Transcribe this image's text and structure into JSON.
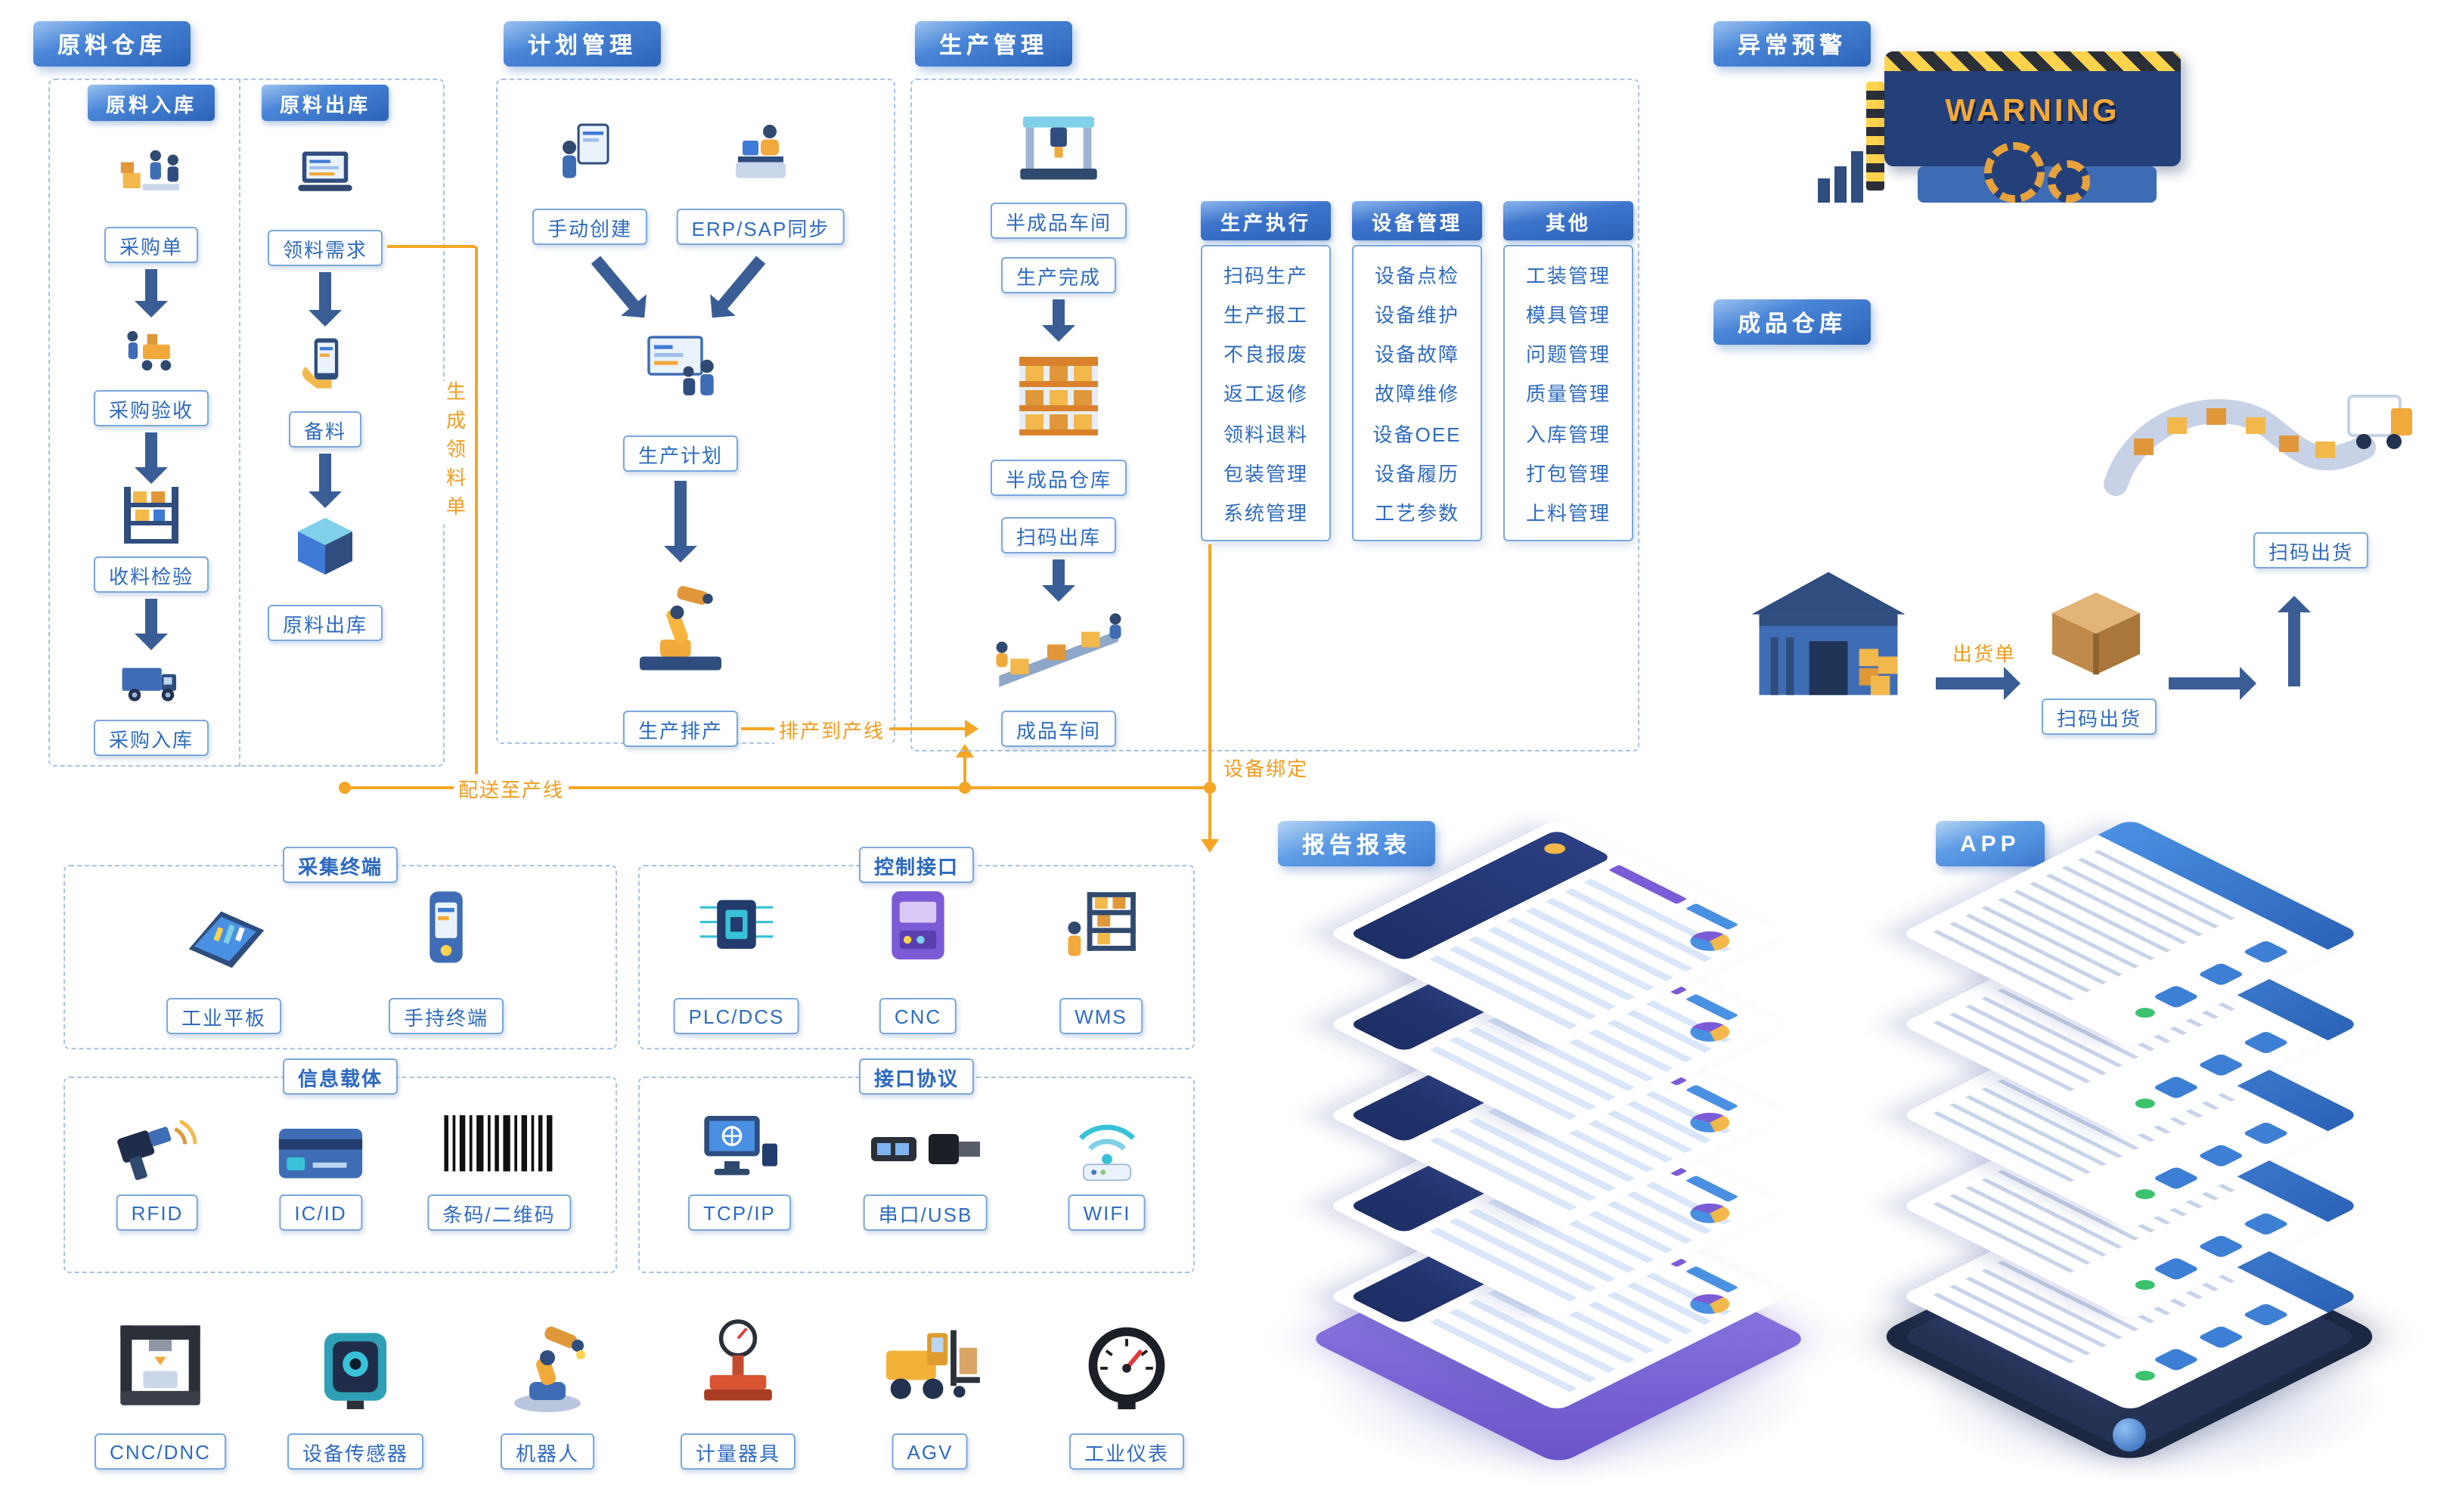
{
  "colors": {
    "accent_blue": "#2f6bbf",
    "badge_blue": "#2c63b8",
    "orange": "#f5a623",
    "arrow_navy": "#3a5d96",
    "purple_base": "#6a52c8"
  },
  "raw_warehouse": {
    "title": "原料仓库",
    "inbound": {
      "title": "原料入库",
      "steps": [
        "采购单",
        "采购验收",
        "收料检验",
        "采购入库"
      ]
    },
    "outbound": {
      "title": "原料出库",
      "steps": [
        "领料需求",
        "备料",
        "原料出库"
      ]
    }
  },
  "plan": {
    "title": "计划管理",
    "sources": [
      "手动创建",
      "ERP/SAP同步"
    ],
    "plan_step": "生产计划",
    "schedule_step": "生产排产"
  },
  "production": {
    "title": "生产管理",
    "flow": [
      "半成品车间",
      "生产完成",
      "半成品仓库",
      "扫码出库",
      "成品车间"
    ],
    "columns": [
      {
        "title": "生产执行",
        "items": [
          "扫码生产",
          "生产报工",
          "不良报废",
          "返工返修",
          "领料退料",
          "包装管理",
          "系统管理"
        ]
      },
      {
        "title": "设备管理",
        "items": [
          "设备点检",
          "设备维护",
          "设备故障",
          "故障维修",
          "设备OEE",
          "设备履历",
          "工艺参数"
        ]
      },
      {
        "title": "其他",
        "items": [
          "工装管理",
          "模具管理",
          "问题管理",
          "质量管理",
          "入库管理",
          "打包管理",
          "上料管理"
        ]
      }
    ]
  },
  "warning": {
    "title": "异常预警",
    "sign_text": "WARNING"
  },
  "finished": {
    "title": "成品仓库",
    "scan_out_top": "扫码出货",
    "delivery_note": "出货单",
    "scan_out_bottom": "扫码出货"
  },
  "connectors": {
    "generate_picklist": "生成领料单",
    "deliver_to_line": "配送至产线",
    "schedule_to_line": "排产到产线",
    "device_binding": "设备绑定"
  },
  "collection": {
    "title": "采集终端",
    "items": [
      "工业平板",
      "手持终端"
    ]
  },
  "control": {
    "title": "控制接口",
    "items": [
      "PLC/DCS",
      "CNC",
      "WMS"
    ]
  },
  "carrier": {
    "title": "信息载体",
    "items": [
      "RFID",
      "IC/ID",
      "条码/二维码"
    ]
  },
  "protocol": {
    "title": "接口协议",
    "items": [
      "TCP/IP",
      "串口/USB",
      "WIFI"
    ]
  },
  "devices": {
    "items": [
      "CNC/DNC",
      "设备传感器",
      "机器人",
      "计量器具",
      "AGV",
      "工业仪表"
    ]
  },
  "reports": {
    "title": "报告报表"
  },
  "app": {
    "title": "APP"
  },
  "icons": {
    "raw_inbound": [
      "workers-loading-icon",
      "pushcart-icon",
      "receiving-shelf-icon",
      "delivery-truck-icon"
    ],
    "raw_outbound": [
      "laptop-request-icon",
      "hand-phone-icon",
      "material-cube-icon"
    ],
    "plan": [
      "clipboard-person-icon",
      "laptop-person-icon",
      "planning-board-icon",
      "robot-arm-icon"
    ],
    "production": [
      "gantry-machine-icon",
      "storage-rack-icon",
      "conveyor-workers-icon"
    ],
    "warning": [
      "warning-billboard-graphic"
    ],
    "finished": [
      "conveyor-truck-graphic",
      "warehouse-icon",
      "carton-box-icon"
    ],
    "collection": [
      "industrial-tablet-icon",
      "handheld-terminal-icon"
    ],
    "control": [
      "plc-chip-icon",
      "cnc-machine-icon",
      "wms-shelf-icon"
    ],
    "carrier": [
      "rfid-scanner-icon",
      "ic-card-icon",
      "barcode-icon"
    ],
    "protocol": [
      "tcpip-device-icon",
      "usb-plug-icon",
      "wifi-router-icon"
    ],
    "devices": [
      "cnc-dnc-printer-icon",
      "sensor-icon",
      "robot-icon",
      "scale-icon",
      "agv-forklift-icon",
      "gauge-icon"
    ],
    "visuals": [
      "report-stack-graphic",
      "app-stack-graphic"
    ]
  }
}
